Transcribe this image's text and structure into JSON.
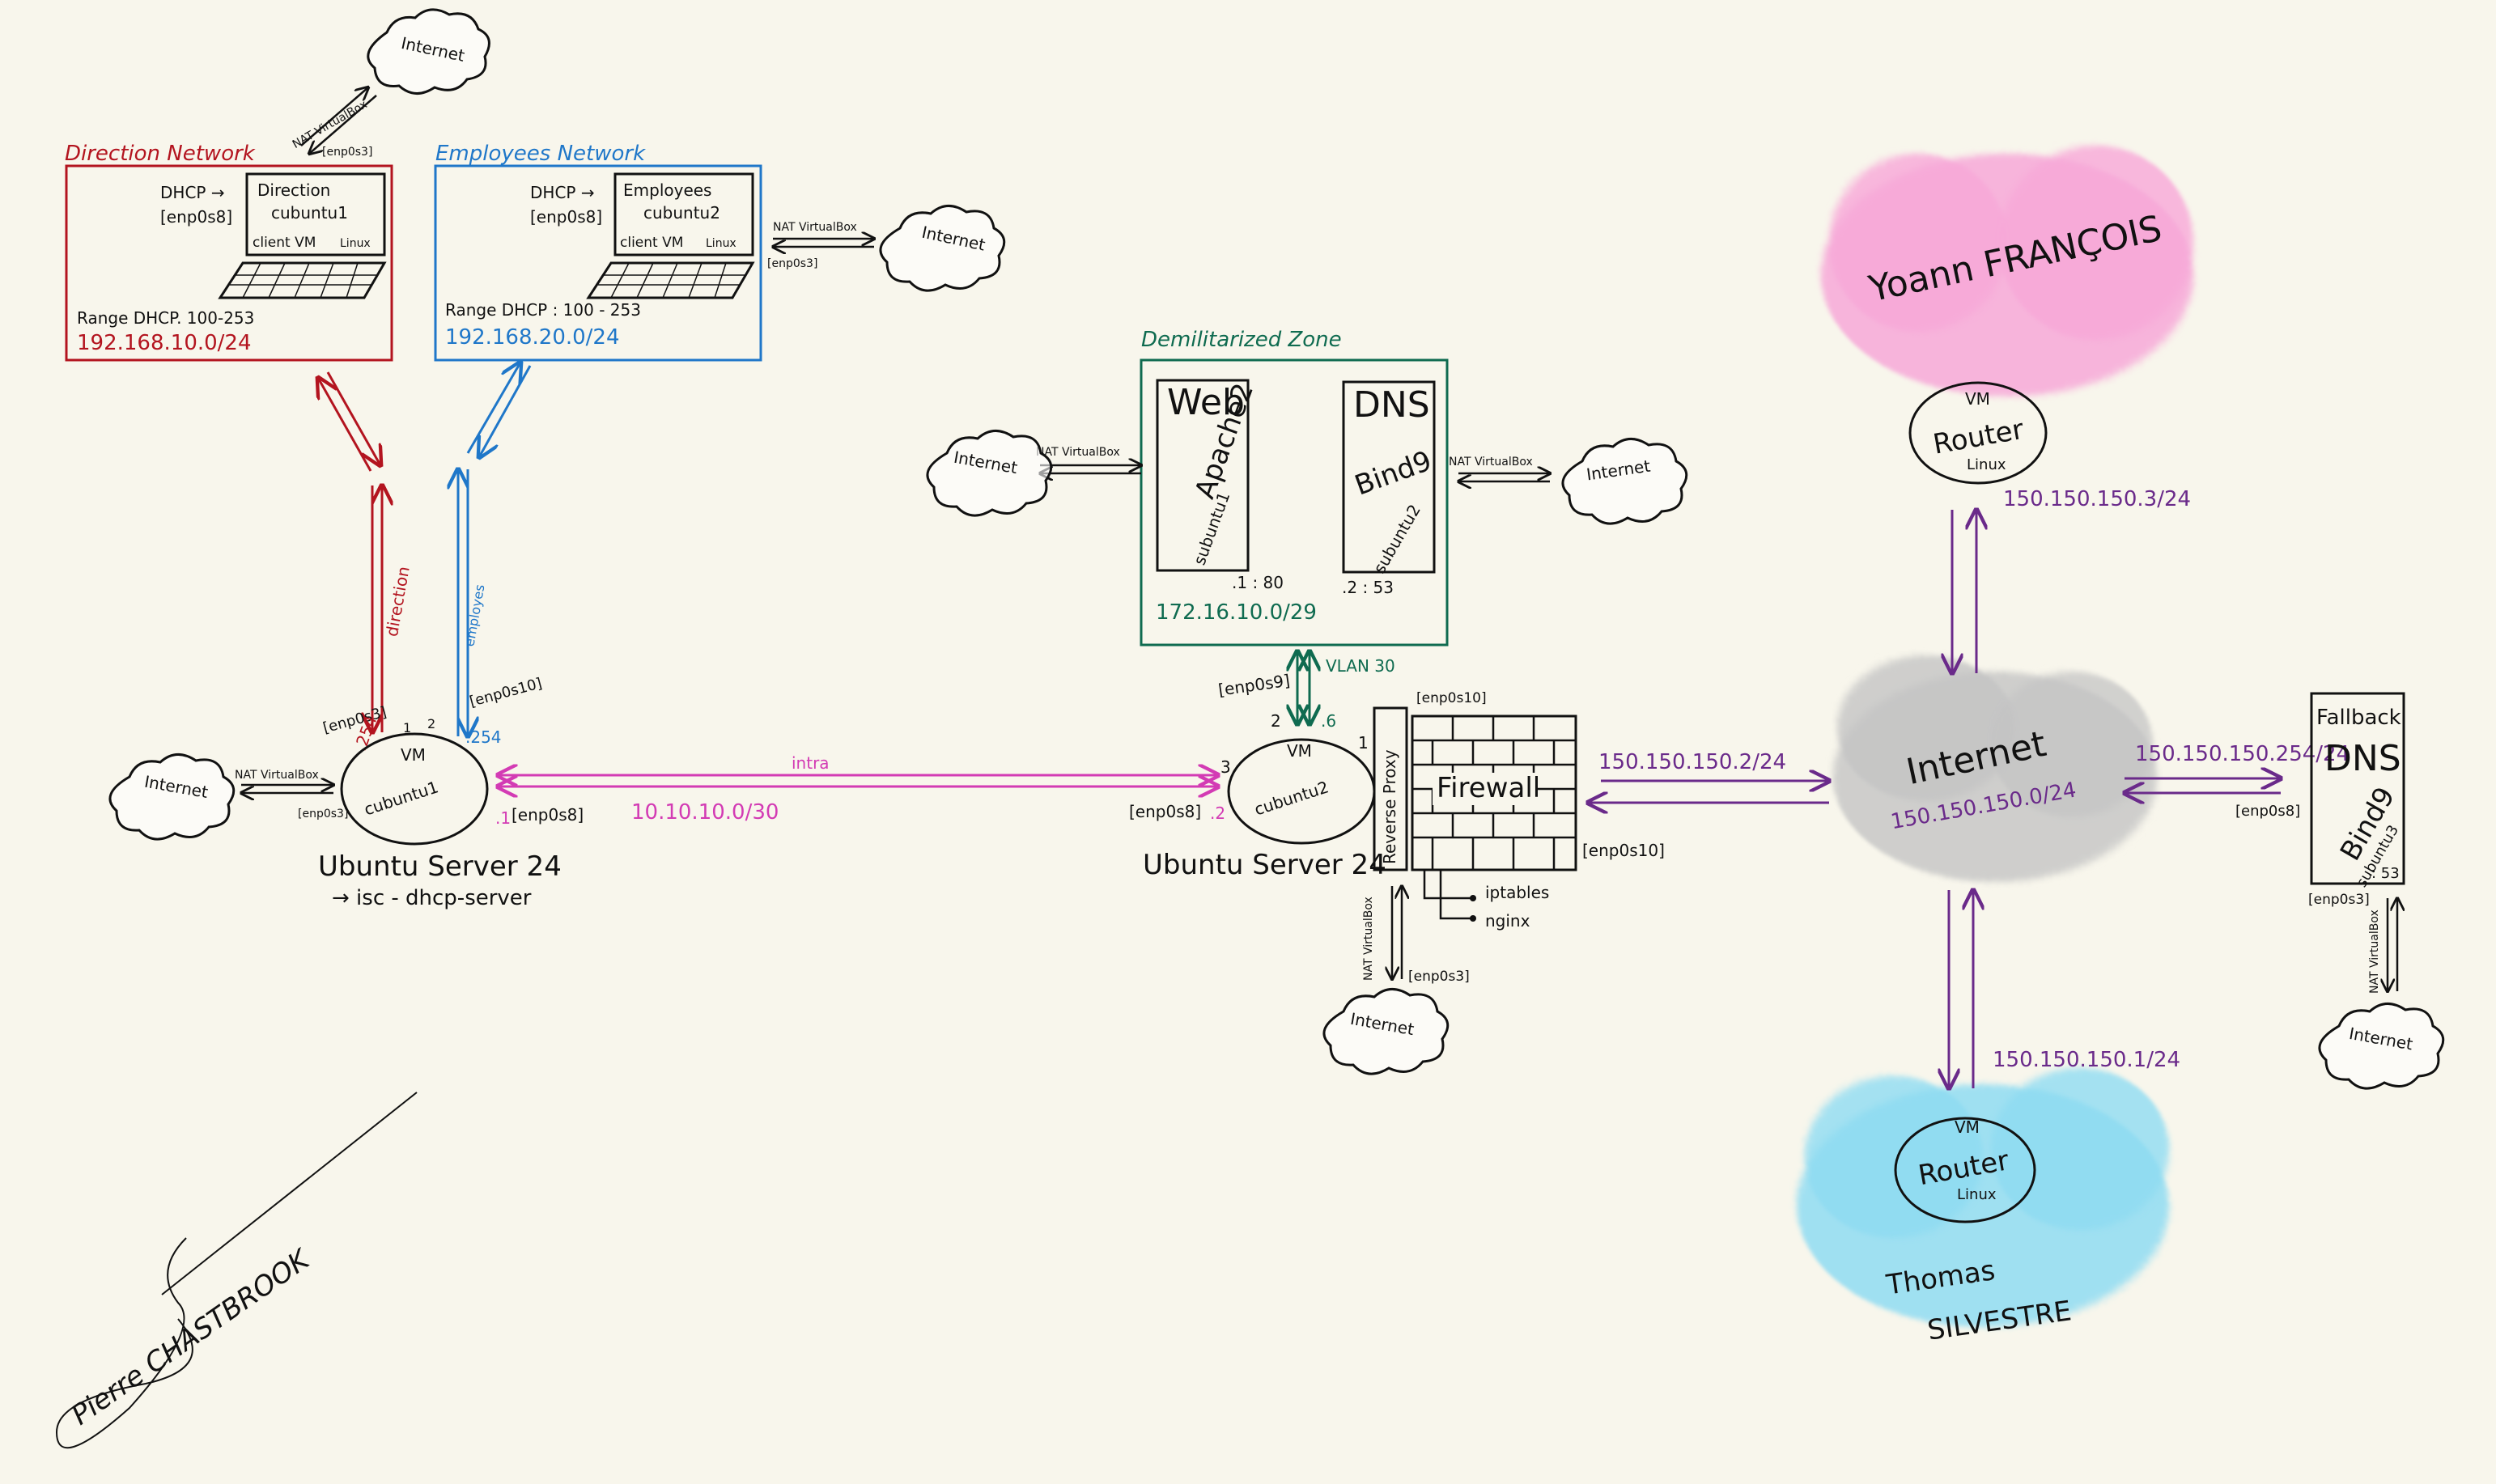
{
  "colors": {
    "background": "#f8f6ec",
    "ink": "#111111",
    "direction": "#b3141f",
    "employees": "#1f77c9",
    "dmz": "#0f6b50",
    "intra": "#d33bb4",
    "internet_links": "#6a2a8a",
    "cloud_pink": "#f7a8d8",
    "cloud_gray": "#c4c4c4",
    "cloud_blue": "#8fdcf2"
  },
  "direction_network": {
    "title": "Direction Network",
    "dhcp": "DHCP →",
    "iface": "[enp0s8]",
    "client_name": "Direction",
    "client_os": "cubuntu1",
    "client_label": "client VM",
    "client_os_type": "Linux",
    "range": "Range DHCP. 100-253",
    "subnet": "192.168.10.0/24"
  },
  "employees_network": {
    "title": "Employees Network",
    "dhcp": "DHCP →",
    "iface": "[enp0s8]",
    "client_name": "Employees",
    "client_os": "cubuntu2",
    "client_label": "client VM",
    "client_os_type": "Linux",
    "range": "Range DHCP : 100 - 253",
    "subnet": "192.168.20.0/24",
    "nat": "NAT VirtualBox",
    "nat_iface": "[enp0s3]"
  },
  "top_internet": {
    "label": "Internet",
    "nat": "NAT VirtualBox",
    "iface": "[enp0s3]"
  },
  "server1": {
    "vm": "VM",
    "name": "cubuntu1",
    "title": "Ubuntu Server 24",
    "service": "→ isc - dhcp-server",
    "iface_direction": "[enp0s3]",
    "iface_employees": "[enp0s10]",
    "ip_direction": ".254",
    "ip_employees": ".254",
    "port1": "1",
    "port2": "2",
    "ip_intra": ".1",
    "iface_intra": "[enp0s8]",
    "nat": "NAT VirtualBox",
    "nat_iface": "[enp0s3]",
    "internet": "Internet"
  },
  "links": {
    "direction_label": "direction",
    "employees_label": "employes",
    "intra_label": "intra",
    "intra_subnet": "10.10.10.0/30"
  },
  "dmz": {
    "title": "Demilitarized Zone",
    "web_line1": "Web",
    "web_line2": "Apache2",
    "web_line3": "subuntu1",
    "dns_line1": "DNS",
    "dns_line2": "Bind9",
    "dns_line3": "subuntu2",
    "web_ip": ".1 : 80",
    "dns_ip": ".2 : 53",
    "subnet": "172.16.10.0/29",
    "vlan": "VLAN 30",
    "nat": "NAT VirtualBox",
    "internet": "Internet"
  },
  "server2": {
    "vm": "VM",
    "name": "cubuntu2",
    "title": "Ubuntu Server 24",
    "iface_dmz": "[enp0s9]",
    "iface_intra": "[enp0s8]",
    "ip_intra": ".2",
    "ip_dmz": ".6",
    "port1": "1",
    "port2": "2",
    "port3": "3",
    "proxy": "Reverse   Proxy",
    "firewall": "Firewall",
    "iface_firewall_top": "[enp0s10]",
    "iface_firewall_bottom": "[enp0s10]",
    "tool1": "iptables",
    "tool2": "nginx",
    "nat": "NAT VirtualBox",
    "nat_iface": "[enp0s3]",
    "internet": "Internet"
  },
  "internet_cloud": {
    "label": "Internet",
    "subnet": "150.150.150.0/24",
    "link_left": "150.150.150.2/24",
    "link_top": "150.150.150.3/24",
    "link_bottom": "150.150.150.1/24",
    "link_right": "150.150.150.254/24"
  },
  "router_top": {
    "owner": "Yoann FRANÇOIS",
    "vm": "VM",
    "name": "Router",
    "os": "Linux"
  },
  "router_bottom": {
    "owner_first": "Thomas",
    "owner_last": "SILVESTRE",
    "vm": "VM",
    "name": "Router",
    "os": "Linux"
  },
  "fallback_dns": {
    "line1": "Fallback",
    "line2": "DNS",
    "line3": "Bind9",
    "line4": "subuntu3",
    "port": ": 53",
    "iface_right": "[enp0s8]",
    "iface_bottom": "[enp0s3]",
    "nat": "NAT VirtualBox",
    "internet": "Internet"
  },
  "signature": "Pierre CHASTBROOK"
}
